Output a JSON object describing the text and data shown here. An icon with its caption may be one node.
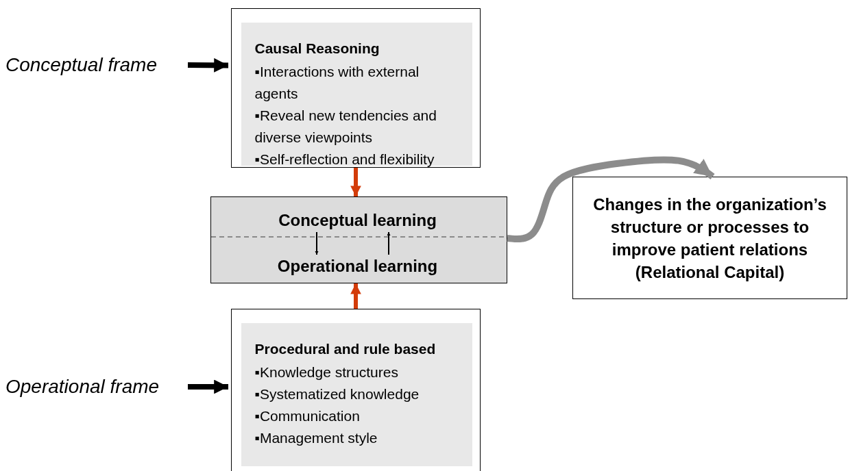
{
  "diagram": {
    "nodes": [
      {
        "text": [
          "Conceptual frame"
        ]
      },
      {
        "text": [],
        "shape": "box"
      },
      {
        "text": [
          "Causal Reasoning",
          "▪Interactions with external agents",
          "▪Reveal new tendencies and diverse viewpoints",
          "▪Self-reflection and flexibility"
        ],
        "in": 1
      },
      {
        "text": [],
        "shape": "box"
      },
      {
        "text": [
          "Conceptual learning"
        ],
        "in": 3
      },
      {
        "text": [
          "Operational learning"
        ],
        "in": 3
      },
      {
        "text": [
          "Changes in the organization’s structure or processes to improve patient relations (Relational Capital)"
        ]
      },
      {
        "text": [
          "Operational frame"
        ]
      },
      {
        "text": [],
        "shape": "box"
      },
      {
        "text": [
          "Procedural and rule based",
          "▪Knowledge structures",
          "▪Systematized knowledge",
          "▪Communication",
          "▪Management style"
        ],
        "in": 8
      }
    ],
    "edges": [
      {
        "from": 0,
        "to": 1,
        "arrow": "to"
      },
      {
        "from": 1,
        "to": 3,
        "arrow": "to",
        "color": "#d33c0a"
      },
      {
        "from": 4,
        "to": 5,
        "arrow": "to"
      },
      {
        "from": 5,
        "to": 4,
        "arrow": "to"
      },
      {
        "from": 3,
        "to": 6,
        "arrow": "to",
        "color": "#8c8c8c"
      },
      {
        "from": 7,
        "to": 8,
        "arrow": "to"
      },
      {
        "from": 8,
        "to": 3,
        "arrow": "to",
        "color": "#d33c0a"
      }
    ]
  }
}
